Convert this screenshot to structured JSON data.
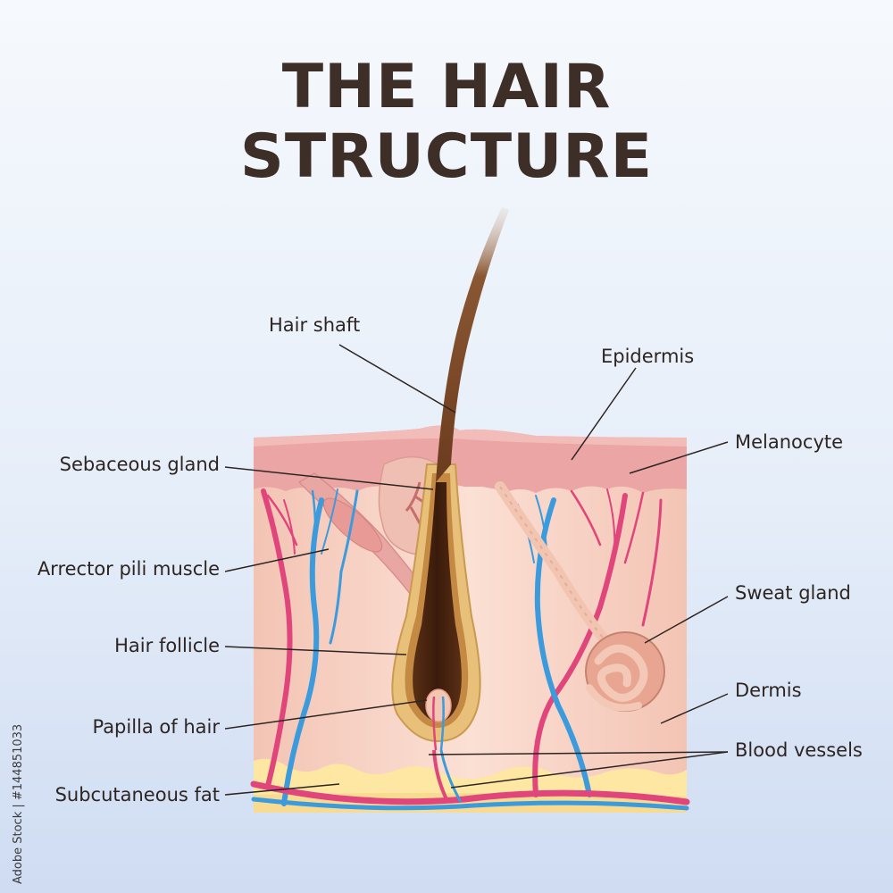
{
  "title": {
    "line1": "THE HAIR",
    "line2": "STRUCTURE"
  },
  "labels": {
    "hair_shaft": "Hair shaft",
    "epidermis": "Epidermis",
    "melanocyte": "Melanocyte",
    "sebaceous_gland": "Sebaceous gland",
    "arrector_pili_muscle": "Arrector pili muscle",
    "sweat_gland": "Sweat gland",
    "hair_follicle": "Hair follicle",
    "dermis": "Dermis",
    "papilla_of_hair": "Papilla of hair",
    "blood_vessels": "Blood vessels",
    "subcutaneous_fat": "Subcutaneous fat"
  },
  "stock_id": "Adobe Stock | #144851033",
  "colors": {
    "title": "#3d2f27",
    "artery": "#e0457b",
    "vein": "#3b9bdc",
    "dermis": "#f6cfc1",
    "epidermis": "#eba5a5",
    "fat": "#fde7a2",
    "hair": "#6b3b1e"
  }
}
